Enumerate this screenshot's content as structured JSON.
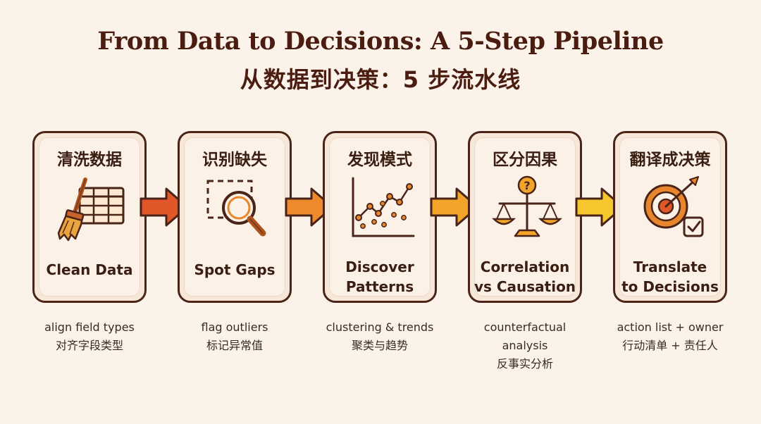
{
  "title_en": "From Data to Decisions: A 5-Step Pipeline",
  "title_zh": "从数据到决策：5 步流水线",
  "steps": [
    {
      "zh": "清洗数据",
      "en": "Clean Data",
      "icon": "broom-table-icon",
      "desc": [
        "align field types",
        "对齐字段类型"
      ]
    },
    {
      "zh": "识别缺失",
      "en": "Spot Gaps",
      "icon": "magnifier-gap-icon",
      "desc": [
        "flag outliers",
        "标记异常值"
      ]
    },
    {
      "zh": "发现模式",
      "en": "Discover\nPatterns",
      "icon": "scatter-trend-icon",
      "desc": [
        "clustering & trends",
        "聚类与趋势"
      ]
    },
    {
      "zh": "区分因果",
      "en": "Correlation\nvs Causation",
      "icon": "balance-scale-icon",
      "desc": [
        "counterfactual",
        "analysis",
        "反事实分析"
      ]
    },
    {
      "zh": "翻译成决策",
      "en": "Translate\nto Decisions",
      "icon": "target-check-icon",
      "desc": [
        "action list + owner",
        "行动清单 + 责任人"
      ]
    }
  ],
  "colors": {
    "arrow1": "#e2572a",
    "arrow2": "#ee8a2e",
    "arrow3": "#f3a52b",
    "arrow4": "#f5c62e",
    "accent": "#e8862e",
    "outline": "#4a2418"
  }
}
